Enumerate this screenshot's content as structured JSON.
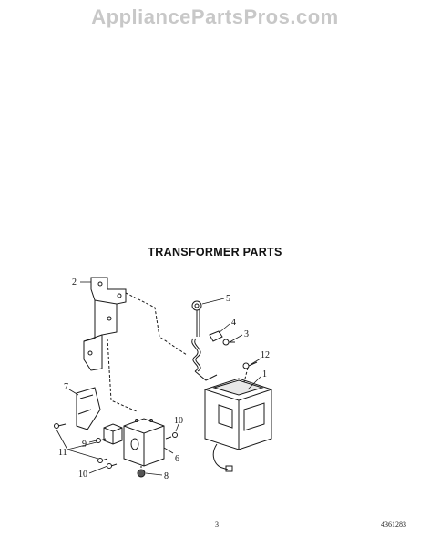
{
  "watermark": "AppliancePartsPros.com",
  "title": "TRANSFORMER PARTS",
  "callouts": {
    "c1": "1",
    "c2": "2",
    "c3": "3",
    "c4": "4",
    "c5": "5",
    "c6": "6",
    "c7": "7",
    "c8": "8",
    "c9": "9",
    "c10a": "10",
    "c10b": "10",
    "c11": "11",
    "c12": "12"
  },
  "footer": {
    "page": "3",
    "doc": "4361283"
  }
}
